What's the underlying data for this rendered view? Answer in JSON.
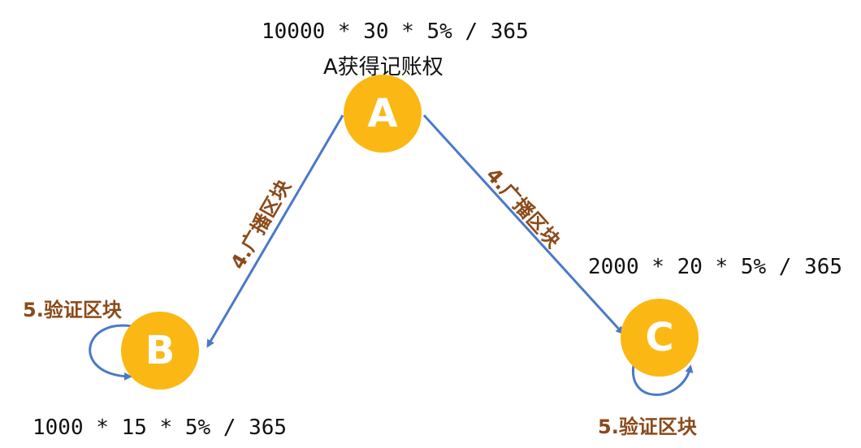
{
  "node_a": {
    "formula": "10000 * 30 * 5% / 365",
    "title": "A获得记账权",
    "letter": "A"
  },
  "node_b": {
    "formula": "1000 * 15 * 5% / 365",
    "letter": "B",
    "self_loop_label": "5.验证区块"
  },
  "node_c": {
    "formula": "2000 * 20 * 5% / 365",
    "letter": "C",
    "self_loop_label": "5.验证区块"
  },
  "edges": {
    "a_to_b_label": "4.广播区块",
    "a_to_c_label": "4.广播区块"
  },
  "colors": {
    "node_fill": "#fbb814",
    "arrow": "#4a79c9",
    "label": "#8b4a1a"
  }
}
